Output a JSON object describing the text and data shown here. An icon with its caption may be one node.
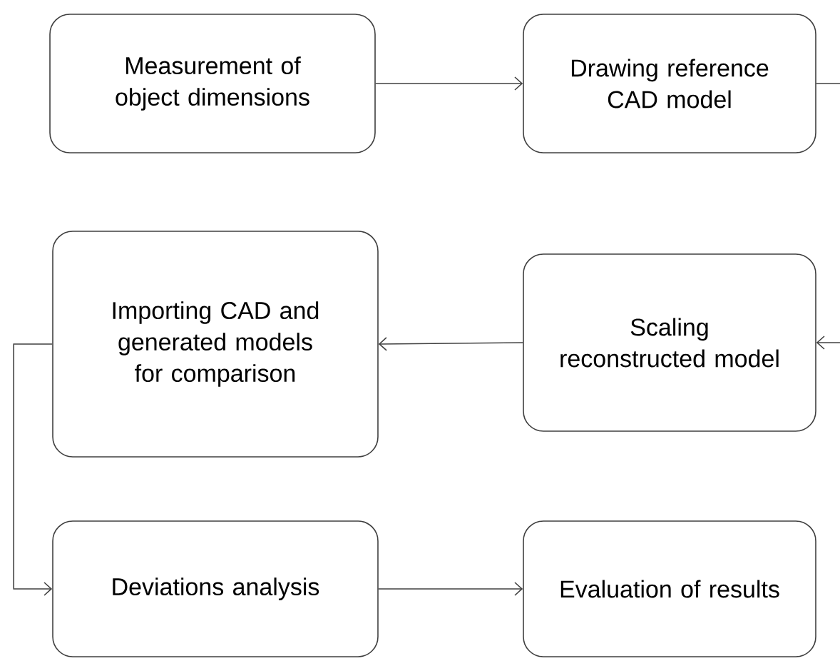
{
  "diagram": {
    "nodes": [
      {
        "text": [
          "Measurement of object dimensions"
        ]
      },
      {
        "text": [
          "Drawing reference CAD model"
        ]
      },
      {
        "text": [
          "Importing CAD and generated models for comparison"
        ]
      },
      {
        "text": [
          "Scaling reconstructed model"
        ]
      },
      {
        "text": [
          "Deviations analysis"
        ]
      },
      {
        "text": [
          "Evaluation of results"
        ]
      }
    ],
    "edges": [
      {
        "from": 0,
        "to": 1,
        "arrow": "to"
      },
      {
        "from": 1,
        "to": null,
        "arrow": "none"
      },
      {
        "from": null,
        "to": 3,
        "arrow": "to"
      },
      {
        "from": 3,
        "to": 2,
        "arrow": "to"
      },
      {
        "from": 2,
        "to": 4,
        "arrow": "to"
      },
      {
        "from": 4,
        "to": 5,
        "arrow": "to"
      }
    ]
  }
}
